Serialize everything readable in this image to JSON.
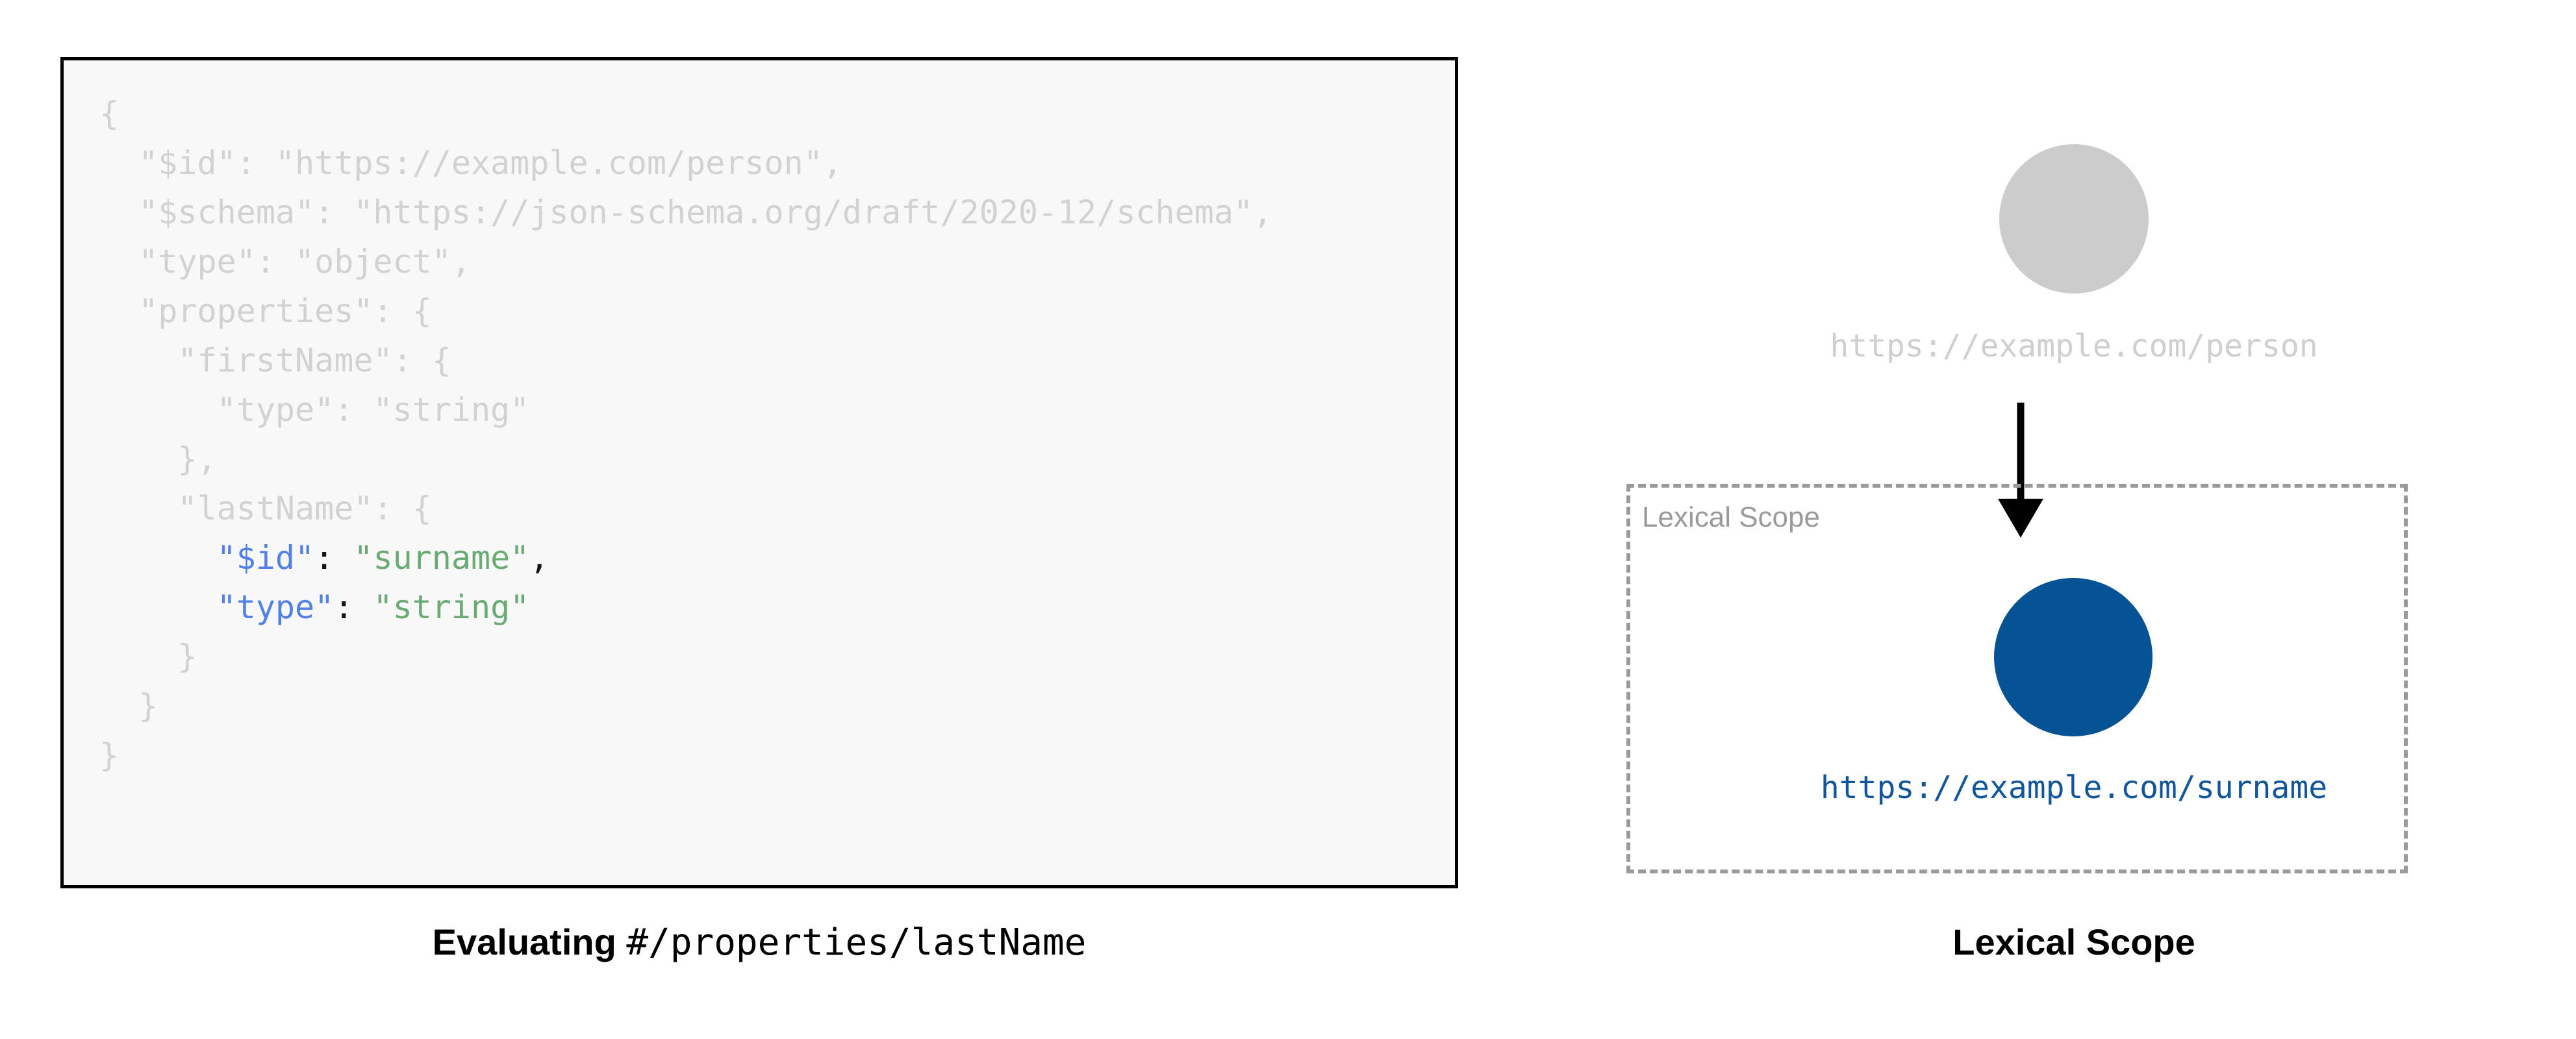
{
  "left": {
    "code_title": "json-schema-document",
    "code_lines": [
      [
        {
          "t": "{",
          "c": "dim"
        }
      ],
      [
        {
          "t": "  \"$id\": \"https://example.com/person\",",
          "c": "dim"
        }
      ],
      [
        {
          "t": "  \"$schema\": \"https://json-schema.org/draft/2020-12/schema\",",
          "c": "dim"
        }
      ],
      [
        {
          "t": "  \"type\": \"object\",",
          "c": "dim"
        }
      ],
      [
        {
          "t": "  \"properties\": {",
          "c": "dim"
        }
      ],
      [
        {
          "t": "    \"firstName\": {",
          "c": "dim"
        }
      ],
      [
        {
          "t": "      \"type\": \"string\"",
          "c": "dim"
        }
      ],
      [
        {
          "t": "    },",
          "c": "dim"
        }
      ],
      [
        {
          "t": "    \"lastName\": {",
          "c": "dim"
        }
      ],
      [
        {
          "t": "      ",
          "c": "dim"
        },
        {
          "t": "\"$id\"",
          "c": "key"
        },
        {
          "t": ": ",
          "c": "punct"
        },
        {
          "t": "\"surname\"",
          "c": "str"
        },
        {
          "t": ",",
          "c": "punct"
        }
      ],
      [
        {
          "t": "      ",
          "c": "dim"
        },
        {
          "t": "\"type\"",
          "c": "key"
        },
        {
          "t": ": ",
          "c": "punct"
        },
        {
          "t": "\"string\"",
          "c": "str"
        }
      ],
      [
        {
          "t": "    }",
          "c": "dim"
        }
      ],
      [
        {
          "t": "  }",
          "c": "dim"
        }
      ],
      [
        {
          "t": "}",
          "c": "dim"
        }
      ]
    ],
    "caption_bold": "Evaluating",
    "caption_mono": "#/properties/lastName"
  },
  "right": {
    "root_node_label": "https://example.com/person",
    "scope_box_label": "Lexical Scope",
    "child_node_label": "https://example.com/surname",
    "caption": "Lexical Scope"
  },
  "colors": {
    "code_background": "#f8f8f8",
    "code_border": "#000000",
    "code_dim_text": "#d2d2d2",
    "code_key_blue": "#5181e8",
    "code_string_green": "#6aab73",
    "root_node_gray": "#cccccc",
    "root_label_gray": "#cfcfcf",
    "scope_dash_gray": "#9a9a9a",
    "child_node_blue": "#055394",
    "child_label_blue": "#11559c",
    "arrow_black": "#000000"
  }
}
